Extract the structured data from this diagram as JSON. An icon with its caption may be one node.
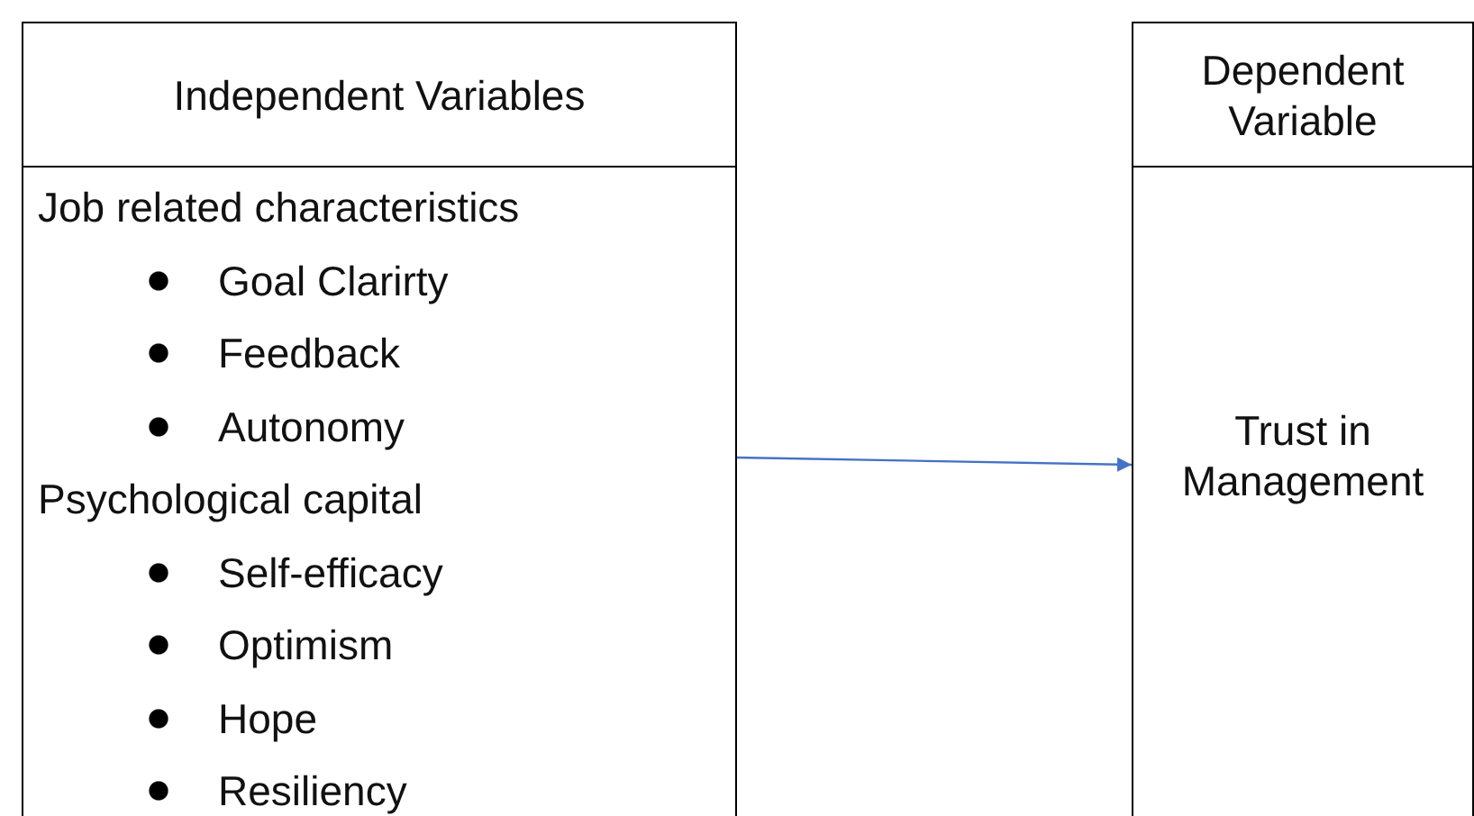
{
  "diagram": {
    "nodes": [
      {
        "text": [
          "Independent Variables"
        ]
      },
      {
        "text": [
          "Job related characteristics",
          "Goal Clarirty",
          "Feedback",
          "Autonomy",
          "Psychological capital",
          "Self-efficacy",
          "Optimism",
          "Hope",
          "Resiliency"
        ]
      },
      {
        "text": [
          "Dependent Variable"
        ]
      },
      {
        "text": [
          "Trust in Management"
        ]
      }
    ],
    "edges": [
      {
        "from": 1,
        "to": 3,
        "arrow": "to",
        "color": "#4472c4"
      }
    ]
  }
}
